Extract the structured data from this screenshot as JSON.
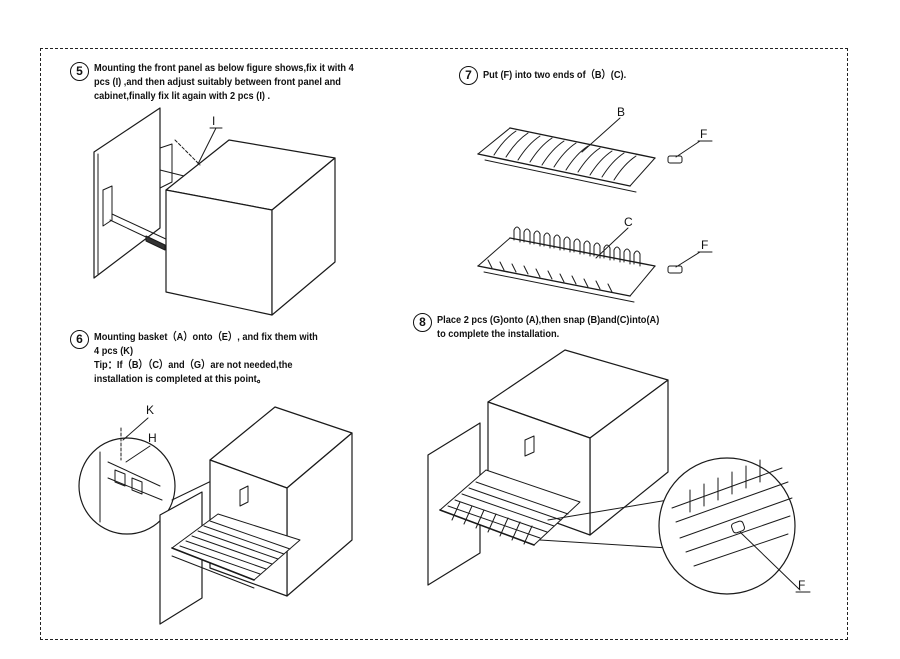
{
  "steps": [
    {
      "number": "5",
      "lines": [
        "Mounting the front panel as below figure shows,fix it with 4",
        "pcs (I) ,and then adjust suitably between front panel and",
        "cabinet,finally fix lit again with 2 pcs (I) ."
      ]
    },
    {
      "number": "6",
      "lines": [
        "Mounting basket（A）onto（E）, and fix them with",
        "4 pcs (K)",
        "Tip：If（B）（C）and（G）are not needed,the",
        "installation is completed at this point。"
      ]
    },
    {
      "number": "7",
      "lines": [
        "Put (F) into two ends of（B）(C)."
      ]
    },
    {
      "number": "8",
      "lines": [
        "Place 2 pcs (G)onto (A),then snap (B)and(C)into(A)",
        "to complete the installation."
      ]
    }
  ],
  "labels": {
    "I": "I",
    "B": "B",
    "F_top": "F",
    "C": "C",
    "F_mid": "F",
    "K": "K",
    "H": "H",
    "F_bottom": "F"
  },
  "colors": {
    "line": "#1a1a1a",
    "background": "#ffffff"
  }
}
